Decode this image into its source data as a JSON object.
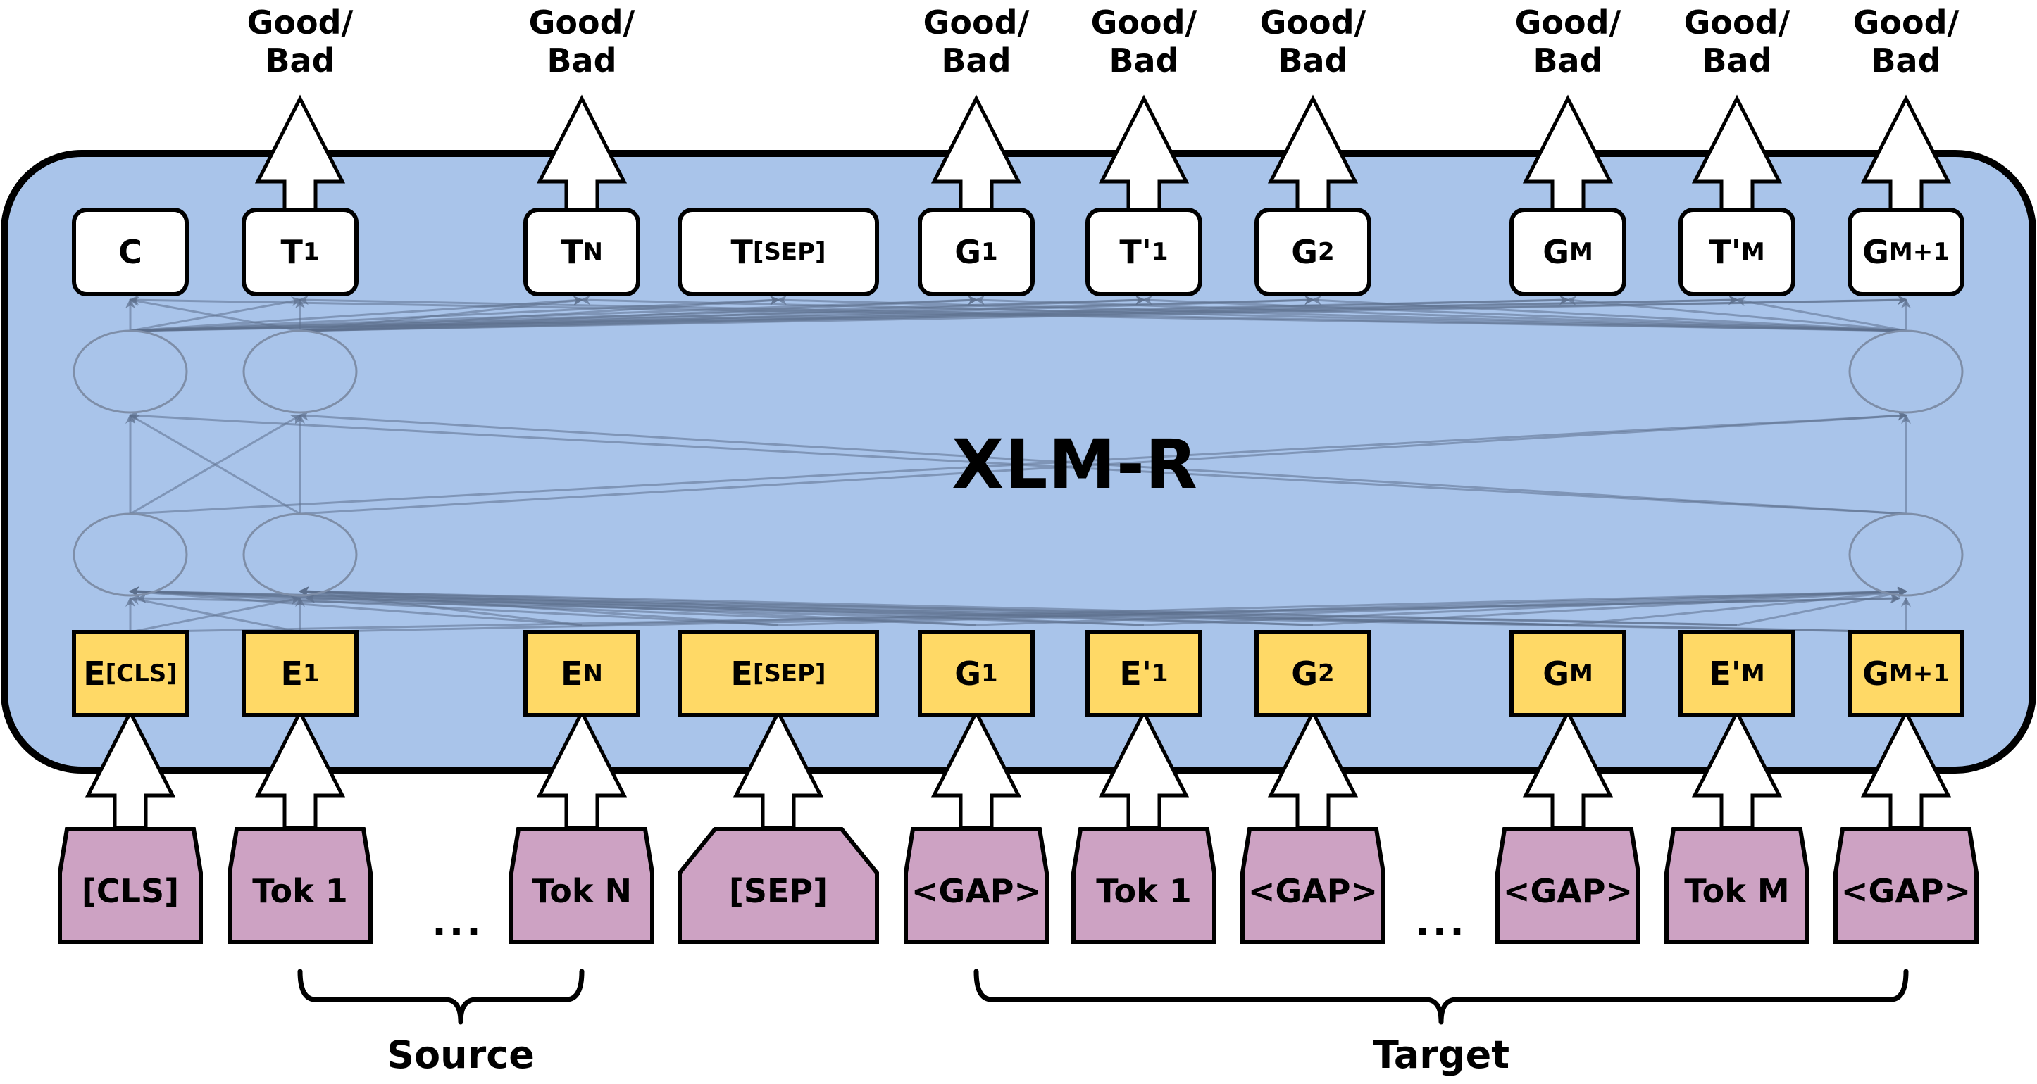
{
  "title": "XLM-R",
  "output_label": {
    "line1": "Good/",
    "line2": "Bad"
  },
  "ellipsis": "...",
  "colors": {
    "xlmr_box": "#a9c4ea",
    "output_box": "#ffffff",
    "embedding_box": "#ffd966",
    "token_box": "#cda2c3",
    "attention_lines": "#5c6f8c",
    "stroke": "#000000"
  },
  "columns": [
    {
      "output": {
        "main": "C",
        "sub": ""
      },
      "embed": {
        "main": "E",
        "sub": "[CLS]"
      },
      "token": "[CLS]",
      "has_output_arrow": false
    },
    {
      "output": {
        "main": "T",
        "sub": "1"
      },
      "embed": {
        "main": "E",
        "sub": "1"
      },
      "token": "Tok 1",
      "has_output_arrow": true
    },
    {
      "output": {
        "main": "T",
        "sub": "N"
      },
      "embed": {
        "main": "E",
        "sub": "N"
      },
      "token": "Tok N",
      "has_output_arrow": true
    },
    {
      "output": {
        "main": "T",
        "sub": "[SEP]"
      },
      "embed": {
        "main": "E",
        "sub": "[SEP]"
      },
      "token": "[SEP]",
      "has_output_arrow": false
    },
    {
      "output": {
        "main": "G",
        "sub": "1"
      },
      "embed": {
        "main": "G",
        "sub": "1"
      },
      "token": "<GAP>",
      "has_output_arrow": true
    },
    {
      "output": {
        "main": "T'",
        "sub": "1"
      },
      "embed": {
        "main": "E'",
        "sub": "1"
      },
      "token": "Tok 1",
      "has_output_arrow": true
    },
    {
      "output": {
        "main": "G",
        "sub": "2"
      },
      "embed": {
        "main": "G",
        "sub": "2"
      },
      "token": "<GAP>",
      "has_output_arrow": true
    },
    {
      "output": {
        "main": "G",
        "sub": "M"
      },
      "embed": {
        "main": "G",
        "sub": "M"
      },
      "token": "<GAP>",
      "has_output_arrow": true
    },
    {
      "output": {
        "main": "T'",
        "sub": "M"
      },
      "embed": {
        "main": "E'",
        "sub": "M"
      },
      "token": "Tok M",
      "has_output_arrow": true
    },
    {
      "output": {
        "main": "G",
        "sub": "M+1"
      },
      "embed": {
        "main": "G",
        "sub": "M+1"
      },
      "token": "<GAP>",
      "has_output_arrow": true
    }
  ],
  "braces": [
    {
      "label": "Source"
    },
    {
      "label": "Target"
    }
  ]
}
